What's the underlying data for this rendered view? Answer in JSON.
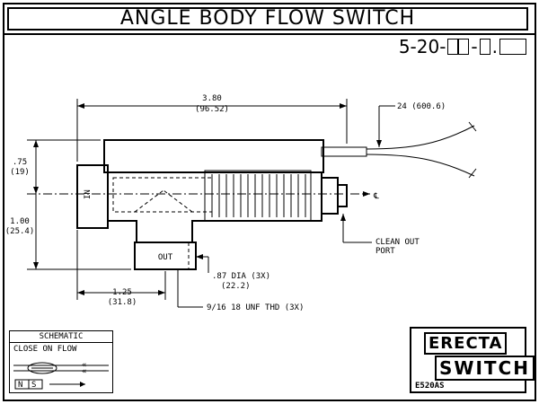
{
  "title": "ANGLE BODY FLOW SWITCH",
  "part_number": {
    "prefix": "5-20-",
    "separator_1": "-",
    "separator_2": "."
  },
  "dimensions": {
    "overall_length_in": "3.80",
    "overall_length_mm": "(96.52)",
    "lead_length": "24 (600.6)",
    "top_height_in": ".75",
    "top_height_mm": "(19)",
    "lower_height_in": "1.00",
    "lower_height_mm": "(25.4)",
    "outlet_offset_in": "1.25",
    "outlet_offset_mm": "(31.8)",
    "mount_dia_in": ".87 DIA (3X)",
    "mount_dia_mm": "(22.2)",
    "thread": "9/16 18 UNF THD (3X)",
    "clean_out_line1": "CLEAN OUT",
    "clean_out_line2": "PORT",
    "centerline_symbol": "℄"
  },
  "body_labels": {
    "inlet": "IN",
    "outlet": "OUT"
  },
  "schematic": {
    "title": "SCHEMATIC",
    "mode": "CLOSE ON FLOW",
    "pole_n": "N",
    "pole_s": "S"
  },
  "logo": {
    "brand_top": "ERECTA",
    "brand_bottom": "SWITCH",
    "model": "E520AS"
  }
}
